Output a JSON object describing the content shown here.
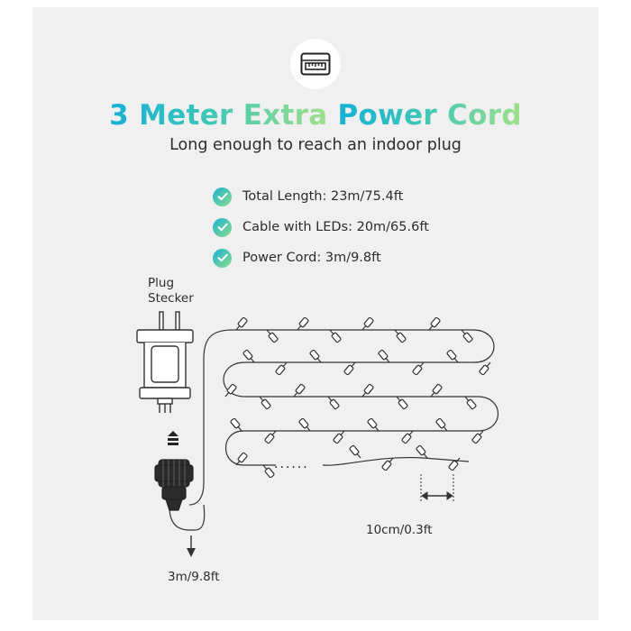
{
  "header": {
    "title_part1": "3 Meter Extra",
    "title_part2": "Power Cord",
    "subtitle": "Long enough to reach an indoor plug"
  },
  "specs": [
    {
      "icon": "check-icon",
      "text": "Total Length: 23m/75.4ft"
    },
    {
      "icon": "check-icon",
      "text": "Cable with LEDs: 20m/65.6ft"
    },
    {
      "icon": "check-icon",
      "text": "Power Cord: 3m/9.8ft"
    }
  ],
  "diagram": {
    "plug_label_line1": "Plug",
    "plug_label_line2": "Stecker",
    "cord_length": "3m/9.8ft",
    "led_spacing": "10cm/0.3ft",
    "ellipsis": "......"
  },
  "colors": {
    "gradient_start": "#16b0d6",
    "gradient_end": "#9fe08a",
    "line": "#333333",
    "panel": "#f0f0f0"
  }
}
